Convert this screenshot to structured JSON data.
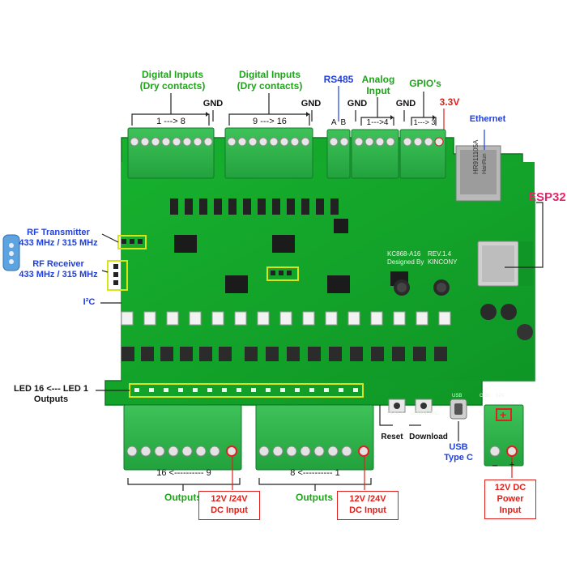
{
  "labels": {
    "digital_inputs_1": "Digital Inputs\n(Dry contacts)",
    "digital_inputs_2": "Digital Inputs\n(Dry contacts)",
    "gnd_1": "GND",
    "gnd_2": "GND",
    "gnd_3": "GND",
    "gnd_4": "GND",
    "rs485": "RS485",
    "analog_input": "Analog\nInput",
    "gpios": "GPIO's",
    "v33": "3.3V",
    "ethernet": "Ethernet",
    "esp32": "ESP32",
    "rf_transmitter": "RF Transmitter\n433 MHz / 315 MHz",
    "rf_receiver": "RF Receiver\n433 MHz / 315 MHz",
    "i2c": "I²C",
    "led_outputs": "LED 16 <--- LED 1\nOutputs",
    "reset": "Reset",
    "download": "Download",
    "usb_type_c": "USB\nType C",
    "outputs_1": "Outputs",
    "outputs_2": "Outputs",
    "dc_input_1": "12V /24V\nDC Input",
    "dc_input_2": "12V /24V\nDC Input",
    "dc_power_input": "12V DC\nPower\nInput",
    "terminal_in_1_8": "1 ---> 8",
    "terminal_in_9_16": "9 ---> 16",
    "terminal_ab": "A  B",
    "terminal_an": "1--->4",
    "terminal_gpio": "1---> 3",
    "terminal_out_16_9": "16 <---------- 9",
    "terminal_out_8_1": "8 <---------- 1",
    "pwr_minus": "–",
    "pwr_plus": "+"
  },
  "board": {
    "model": "KC868-A16",
    "rev": "REV.1.4",
    "designed_by": "Designed By",
    "brand": "KINCONY",
    "rj45_text": "HanRun",
    "rj45_code": "HR911105A",
    "silk_reset": "RESET",
    "silk_download": "DOWNLOAD",
    "silk_usb": "USB",
    "silk_gnd": "GND",
    "silk_12v": "12V"
  },
  "colors": {
    "pcb": "#13a52a",
    "terminal": "#2fb54a",
    "label_green": "#1fa51a",
    "label_blue": "#1f3fe0",
    "label_red": "#e0201a",
    "highlight": "#d9e31a"
  }
}
